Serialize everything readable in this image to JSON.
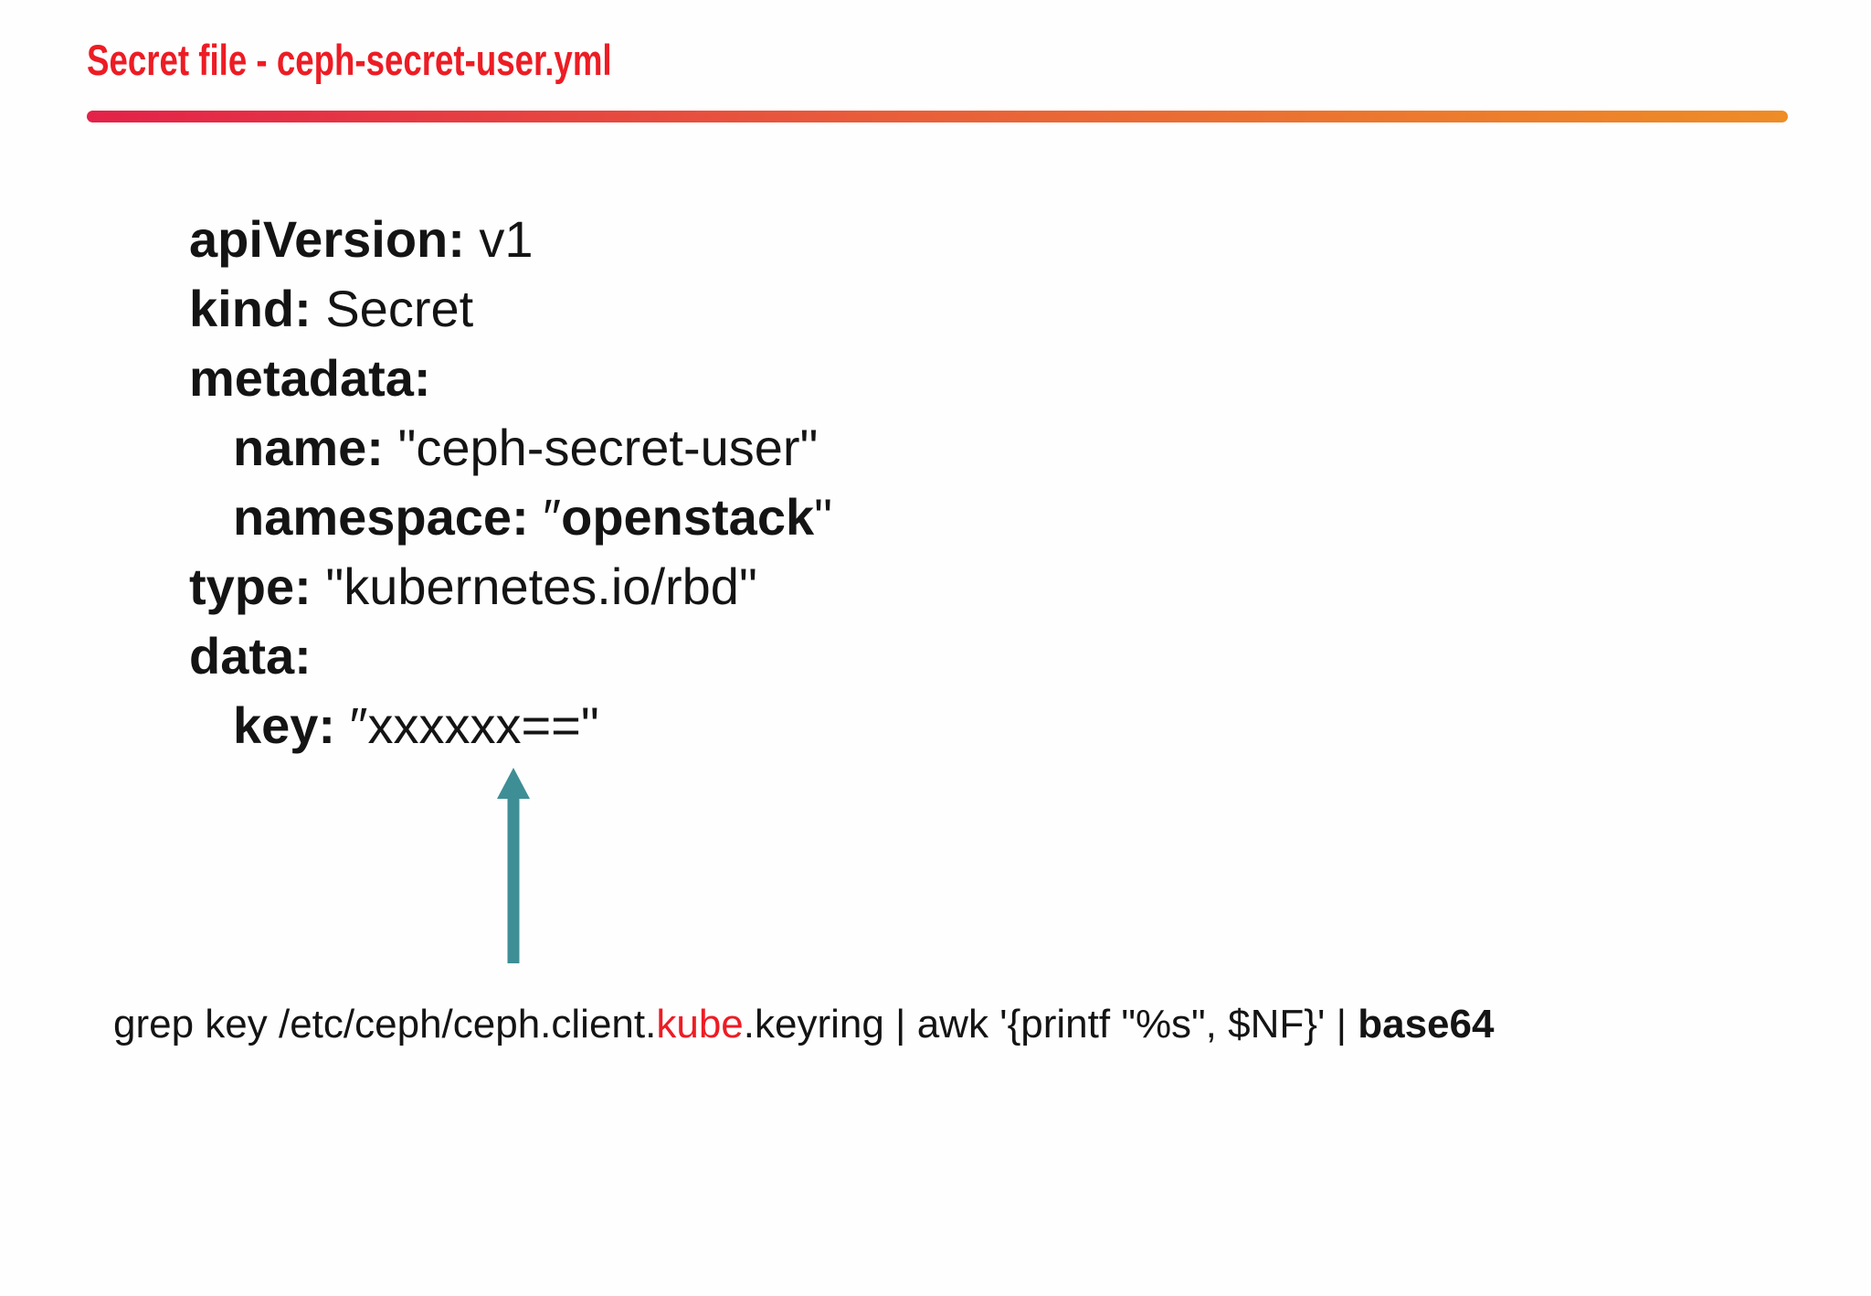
{
  "title": {
    "text": "Secret file - ceph-secret-user.yml",
    "color": "#ed1c24"
  },
  "divider": {
    "gradient_from": "#e32249",
    "gradient_to": "#ee8c26"
  },
  "yaml_block": {
    "lines": [
      {
        "indent": 0,
        "segments": [
          {
            "t": "apiVersion:",
            "b": true
          },
          {
            "t": " v1",
            "b": false
          }
        ]
      },
      {
        "indent": 0,
        "segments": [
          {
            "t": "kind:",
            "b": true
          },
          {
            "t": " Secret",
            "b": false
          }
        ]
      },
      {
        "indent": 0,
        "segments": [
          {
            "t": "metadata:",
            "b": true
          }
        ]
      },
      {
        "indent": 1,
        "segments": [
          {
            "t": "name:",
            "b": true
          },
          {
            "t": " \"ceph-secret-user\"",
            "b": false
          }
        ]
      },
      {
        "indent": 1,
        "segments": [
          {
            "t": "namespace:",
            "b": true
          },
          {
            "t": " ″",
            "b": false
          },
          {
            "t": "openstack",
            "b": true
          },
          {
            "t": "\"",
            "b": false
          }
        ]
      },
      {
        "indent": 0,
        "segments": [
          {
            "t": "type:",
            "b": true
          },
          {
            "t": " \"kubernetes.io/rbd\"",
            "b": false
          }
        ]
      },
      {
        "indent": 0,
        "segments": [
          {
            "t": "data:",
            "b": true
          }
        ]
      },
      {
        "indent": 1,
        "segments": [
          {
            "t": "key:",
            "b": true
          },
          {
            "t": " ″xxxxxx==\"",
            "b": false
          }
        ]
      }
    ]
  },
  "arrow": {
    "icon": "arrow-up",
    "color": "#3e8e96"
  },
  "command": {
    "segments": [
      {
        "text": "grep key /etc/ceph/ceph.client.",
        "style": "normal"
      },
      {
        "text": "kube",
        "style": "red"
      },
      {
        "text": ".keyring | awk '{printf \"%s\", $NF}' | ",
        "style": "normal"
      },
      {
        "text": "base64",
        "style": "bold"
      }
    ]
  }
}
